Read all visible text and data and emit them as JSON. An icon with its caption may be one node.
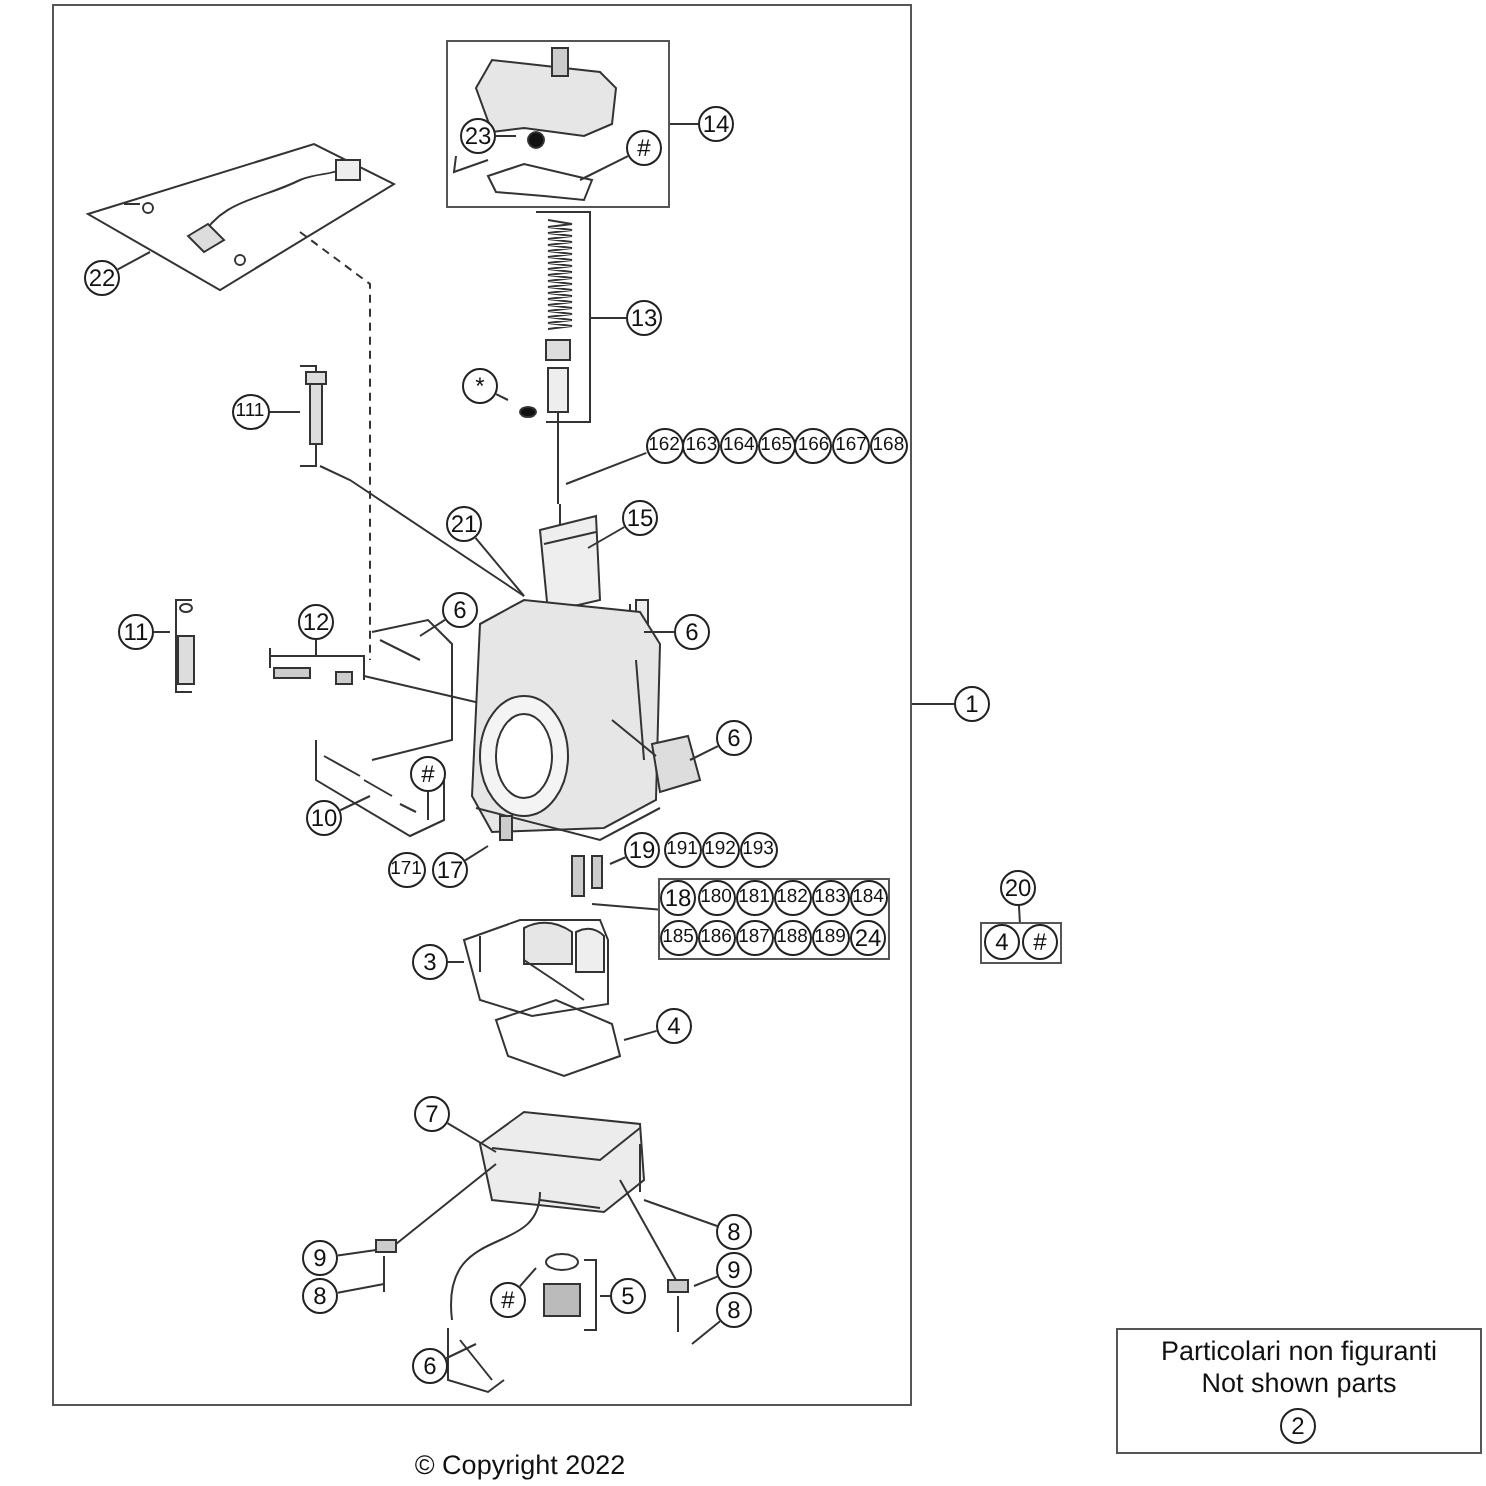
{
  "diagram": {
    "caption": "© Copyright 2022",
    "nodes": [
      {
        "text": [],
        "shape": "box"
      },
      {
        "text": [],
        "shape": "box",
        "in": 0
      },
      {
        "text": [
          "14"
        ],
        "in": 0
      },
      {
        "text": [
          "23"
        ],
        "in": 1
      },
      {
        "text": [
          "#"
        ],
        "in": 1
      },
      {
        "text": [
          "22"
        ],
        "in": 0
      },
      {
        "text": [
          "13"
        ],
        "in": 0
      },
      {
        "text": [
          "*"
        ],
        "in": 0
      },
      {
        "text": [
          "162"
        ],
        "in": 0
      },
      {
        "text": [
          "163"
        ],
        "in": 0
      },
      {
        "text": [
          "164"
        ],
        "in": 0
      },
      {
        "text": [
          "165"
        ],
        "in": 0
      },
      {
        "text": [
          "166"
        ],
        "in": 0
      },
      {
        "text": [
          "167"
        ],
        "in": 0
      },
      {
        "text": [
          "168"
        ],
        "in": 0
      },
      {
        "text": [
          "111"
        ],
        "in": 0
      },
      {
        "text": [
          "21"
        ],
        "in": 0
      },
      {
        "text": [
          "15"
        ],
        "in": 0
      },
      {
        "text": [
          "11"
        ],
        "in": 0
      },
      {
        "text": [
          "12"
        ],
        "in": 0
      },
      {
        "text": [
          "6"
        ],
        "in": 0
      },
      {
        "text": [
          "6"
        ],
        "in": 0
      },
      {
        "text": [
          "1"
        ]
      },
      {
        "text": [
          "6"
        ],
        "in": 0
      },
      {
        "text": [
          "#"
        ],
        "in": 0
      },
      {
        "text": [
          "10"
        ],
        "in": 0
      },
      {
        "text": [
          "171"
        ],
        "in": 0
      },
      {
        "text": [
          "17"
        ],
        "in": 0
      },
      {
        "text": [
          "19"
        ],
        "in": 0
      },
      {
        "text": [
          "191"
        ],
        "in": 0
      },
      {
        "text": [
          "192"
        ],
        "in": 0
      },
      {
        "text": [
          "193"
        ],
        "in": 0
      },
      {
        "text": [],
        "shape": "box",
        "in": 0
      },
      {
        "text": [
          "18"
        ],
        "in": 32
      },
      {
        "text": [
          "180"
        ],
        "in": 32
      },
      {
        "text": [
          "181"
        ],
        "in": 32
      },
      {
        "text": [
          "182"
        ],
        "in": 32
      },
      {
        "text": [
          "183"
        ],
        "in": 32
      },
      {
        "text": [
          "184"
        ],
        "in": 32
      },
      {
        "text": [
          "185"
        ],
        "in": 32
      },
      {
        "text": [
          "186"
        ],
        "in": 32
      },
      {
        "text": [
          "187"
        ],
        "in": 32
      },
      {
        "text": [
          "188"
        ],
        "in": 32
      },
      {
        "text": [
          "189"
        ],
        "in": 32
      },
      {
        "text": [
          "24"
        ],
        "in": 32
      },
      {
        "text": [
          "20"
        ]
      },
      {
        "text": [],
        "shape": "box"
      },
      {
        "text": [
          "4"
        ],
        "in": 46
      },
      {
        "text": [
          "#"
        ],
        "in": 46
      },
      {
        "text": [
          "3"
        ],
        "in": 0
      },
      {
        "text": [
          "4"
        ],
        "in": 0
      },
      {
        "text": [
          "7"
        ],
        "in": 0
      },
      {
        "text": [
          "8"
        ],
        "in": 0
      },
      {
        "text": [
          "9"
        ],
        "in": 0
      },
      {
        "text": [
          "9"
        ],
        "in": 0
      },
      {
        "text": [
          "8"
        ],
        "in": 0
      },
      {
        "text": [
          "#"
        ],
        "in": 0
      },
      {
        "text": [
          "5"
        ],
        "in": 0
      },
      {
        "text": [
          "8"
        ],
        "in": 0
      },
      {
        "text": [
          "6"
        ],
        "in": 0
      },
      {
        "text": [
          "Particolari non figuranti",
          "Not shown parts"
        ]
      },
      {
        "text": [
          "2"
        ],
        "in": 60
      }
    ],
    "edges": [
      {
        "from": 2,
        "to": 1,
        "arrow": "none"
      },
      {
        "from": 3,
        "to": null,
        "arrow": "none"
      },
      {
        "from": 4,
        "to": null,
        "arrow": "none"
      },
      {
        "from": 5,
        "to": null,
        "arrow": "none"
      },
      {
        "from": 6,
        "to": null,
        "arrow": "none"
      },
      {
        "from": 7,
        "to": null,
        "arrow": "none"
      },
      {
        "from": 8,
        "to": null,
        "arrow": "none"
      },
      {
        "from": 15,
        "to": null,
        "arrow": "none"
      },
      {
        "from": 16,
        "to": null,
        "arrow": "none"
      },
      {
        "from": 17,
        "to": null,
        "arrow": "none"
      },
      {
        "from": 18,
        "to": null,
        "arrow": "none"
      },
      {
        "from": 19,
        "to": null,
        "arrow": "none"
      },
      {
        "from": 20,
        "to": null,
        "arrow": "none"
      },
      {
        "from": 21,
        "to": null,
        "arrow": "none"
      },
      {
        "from": 22,
        "to": 0,
        "arrow": "none"
      },
      {
        "from": 23,
        "to": null,
        "arrow": "none"
      },
      {
        "from": 24,
        "to": null,
        "arrow": "none"
      },
      {
        "from": 25,
        "to": null,
        "arrow": "none"
      },
      {
        "from": 27,
        "to": null,
        "arrow": "none"
      },
      {
        "from": 28,
        "to": null,
        "arrow": "none"
      },
      {
        "from": 32,
        "to": null,
        "arrow": "none"
      },
      {
        "from": 45,
        "to": 46,
        "arrow": "none"
      },
      {
        "from": 49,
        "to": null,
        "arrow": "none"
      },
      {
        "from": 50,
        "to": null,
        "arrow": "none"
      },
      {
        "from": 51,
        "to": null,
        "arrow": "none"
      },
      {
        "from": 52,
        "to": null,
        "arrow": "none"
      },
      {
        "from": 53,
        "to": null,
        "arrow": "none"
      },
      {
        "from": 54,
        "to": null,
        "arrow": "none"
      },
      {
        "from": 55,
        "to": null,
        "arrow": "none"
      },
      {
        "from": 56,
        "to": null,
        "arrow": "none"
      },
      {
        "from": 57,
        "to": null,
        "arrow": "none"
      },
      {
        "from": 58,
        "to": null,
        "arrow": "none"
      },
      {
        "from": 59,
        "to": null,
        "arrow": "none"
      }
    ]
  }
}
